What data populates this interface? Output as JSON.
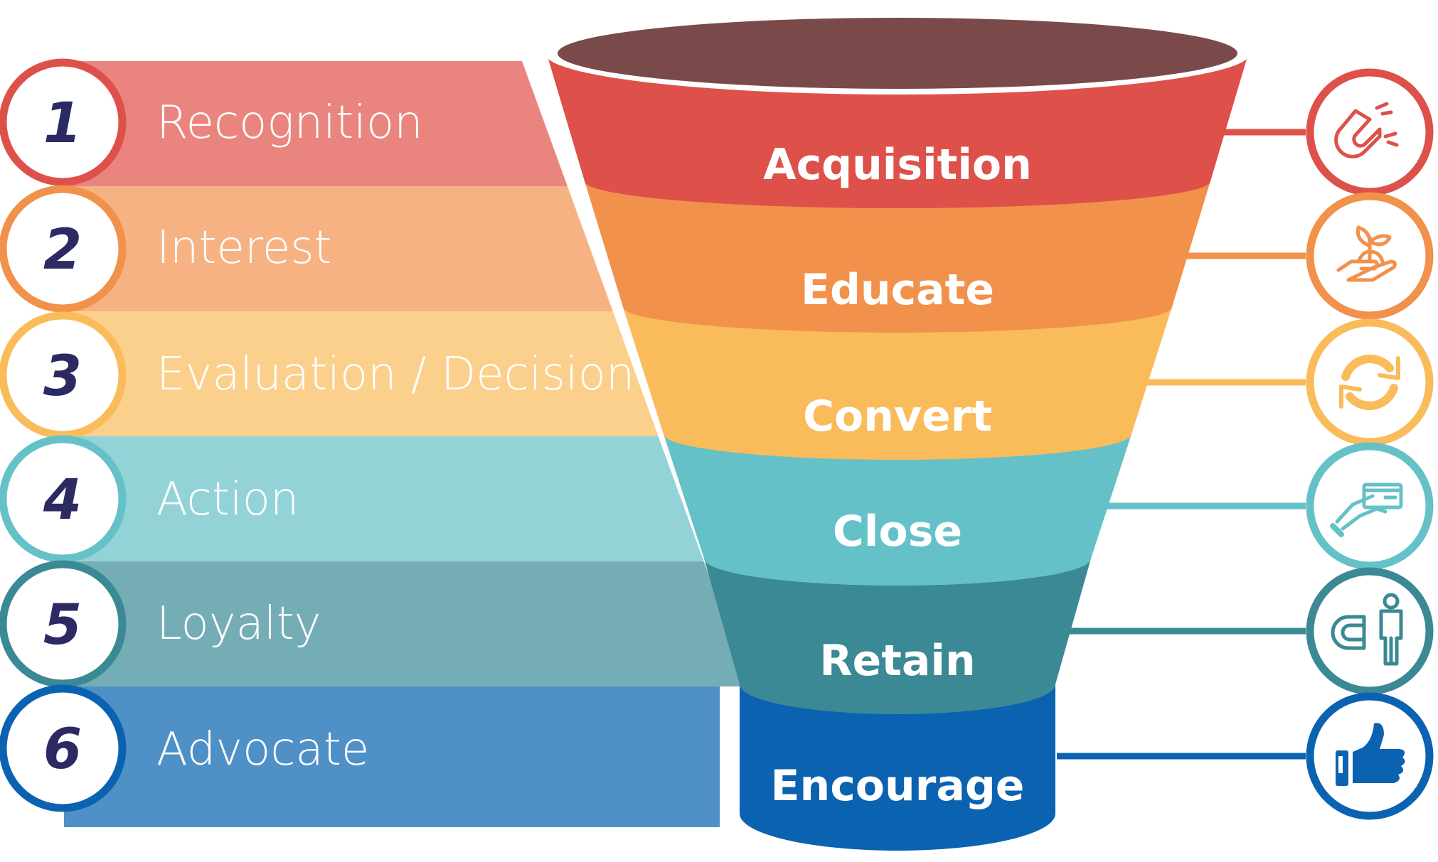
{
  "stages": [
    {
      "number": "1",
      "label": "Recognition",
      "funnel": "Acquisition",
      "icon": "magnet-icon",
      "band": "#e9857e",
      "circle": "#dd514a",
      "funnel_color": "#dd514a"
    },
    {
      "number": "2",
      "label": "Interest",
      "funnel": "Educate",
      "icon": "hand-plant-icon",
      "band": "#f6b283",
      "circle": "#f1914b",
      "funnel_color": "#f1914b"
    },
    {
      "number": "3",
      "label": "Evaluation / Decision",
      "funnel": "Convert",
      "icon": "refresh-icon",
      "band": "#fbd08d",
      "circle": "#fabb5a",
      "funnel_color": "#fabb5a"
    },
    {
      "number": "4",
      "label": "Action",
      "funnel": "Close",
      "icon": "hand-card-icon",
      "band": "#93d3d8",
      "circle": "#65c1c8",
      "funnel_color": "#65c1c8"
    },
    {
      "number": "5",
      "label": "Loyalty",
      "funnel": "Retain",
      "icon": "magnet-person-icon",
      "band": "#74adb5",
      "circle": "#3b8995",
      "funnel_color": "#3b8995"
    },
    {
      "number": "6",
      "label": "Advocate",
      "funnel": "Encourage",
      "icon": "thumbs-up-icon",
      "band": "#4f90c7",
      "circle": "#0b62b1",
      "funnel_color": "#0b62b1"
    }
  ],
  "funnel_rim_color": "#7a4a4a",
  "number_color": "#2b2a63"
}
